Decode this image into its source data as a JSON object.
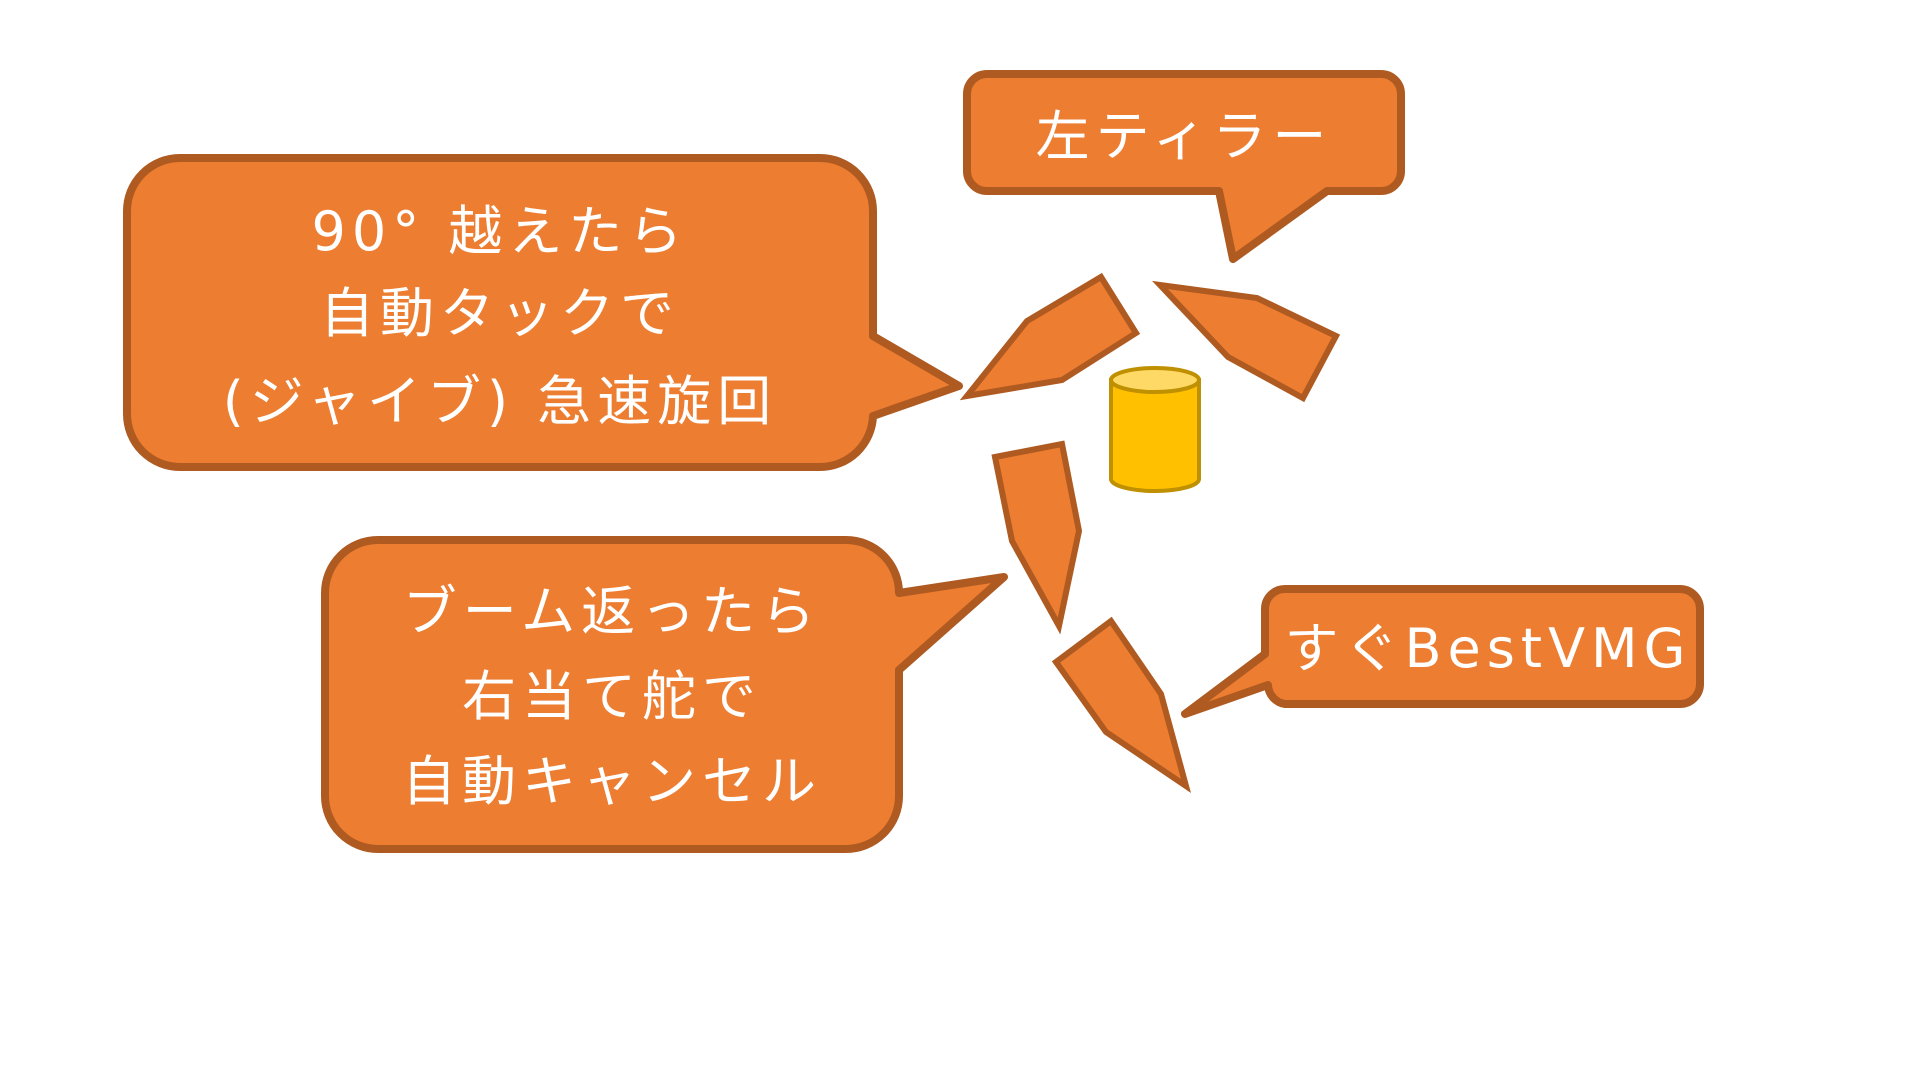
{
  "callouts": {
    "tack": {
      "lines": [
        "90° 越えたら",
        "自動タックで",
        "(ジャイブ) 急速旋回"
      ]
    },
    "tiller": {
      "lines": [
        "左ティラー"
      ]
    },
    "cancel": {
      "lines": [
        "ブーム返ったら",
        "右当て舵で",
        "自動キャンセル"
      ]
    },
    "vmg": {
      "lines": [
        "すぐBestVMG"
      ]
    }
  },
  "colors": {
    "fill": "#ED7D31",
    "stroke": "#AE5A21",
    "cylinder": "#FFC000"
  }
}
